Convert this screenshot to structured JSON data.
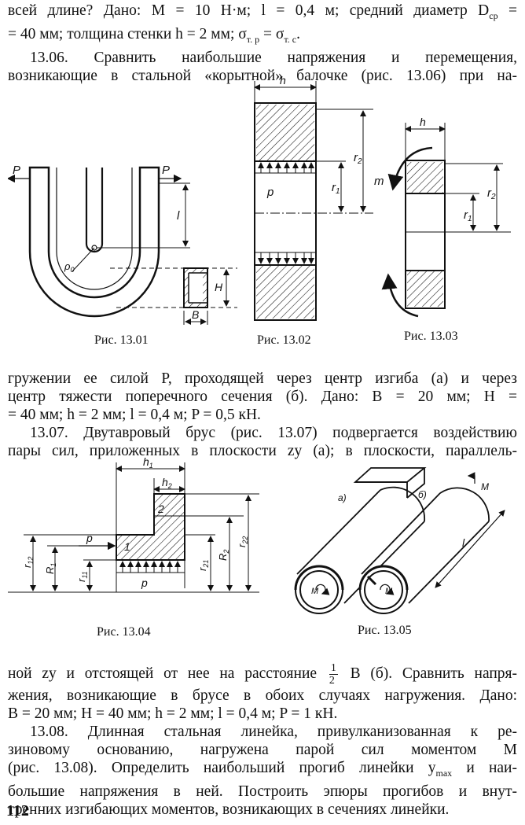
{
  "text": {
    "p1_l1": "всей длине? Дано: M = 10 Н·м; l = 0,4 м; средний диаметр D",
    "p1_l1_sub": "ср",
    "p1_l1_end": " =",
    "p1_l2_a": "= 40 мм; толщина стенки h = 2 мм; σ",
    "p1_l2_sub1": "т. р",
    "p1_l2_b": " = σ",
    "p1_l2_sub2": "т. с",
    "p1_l2_c": ".",
    "p2_l1": "13.06. Сравнить наибольшие напряжения и перемещения,",
    "p2_l2": "возникающие в стальной «корытной» балочке (рис. 13.06) при на-",
    "p3_l1": "гружении ее силой P, проходящей через центр изгиба (a) и через",
    "p3_l2": "центр тяжести поперечного сечения (б). Дано: B = 20 мм; H =",
    "p3_l3": "= 40 мм; h = 2 мм; l = 0,4 м; P = 0,5 кН.",
    "p4_l1": "13.07. Двутавровый брус (рис. 13.07) подвергается воздействию",
    "p4_l2": "пары сил, приложенных в плоскости zy (a); в плоскости, параллель-",
    "p5_l1_a": "ной zy и отстоящей от нее на расстояние ",
    "p5_l1_num": "1",
    "p5_l1_den": "2",
    "p5_l1_b": " B (б). Сравнить напря-",
    "p5_l2": "жения, возникающие в брусе в обоих случаях нагружения. Дано:",
    "p5_l3": "B = 20 мм; H = 40 мм; h = 2 мм; l = 0,4 м; P = 1 кН.",
    "p6_l1": "13.08. Длинная стальная линейка, привулканизованная к ре-",
    "p6_l2": "зиновому основанию, нагружена парой сил моментом M",
    "p6_l3_a": "(рис. 13.08). Определить наибольший прогиб линейки y",
    "p6_l3_sub": "max",
    "p6_l3_b": " и наи-",
    "p6_l4": "большие напряжения в ней. Построить эпюры прогибов и внут-",
    "p6_l5": "тренних изгибающих моментов, возникающих в сечениях линейки."
  },
  "captions": {
    "fig1301": "Рис. 13.01",
    "fig1302": "Рис. 13.02",
    "fig1303": "Рис. 13.03",
    "fig1304": "Рис. 13.04",
    "fig1305": "Рис. 13.05"
  },
  "labels": {
    "P": "P",
    "l": "l",
    "r0": "ρ",
    "r0_sub": "0",
    "H": "H",
    "B": "B",
    "h": "h",
    "p": "p",
    "r1": "r",
    "r1_sub": "1",
    "r2": "r",
    "r2_sub": "2",
    "m": "m",
    "h1": "h",
    "h1_sub": "1",
    "h2": "h",
    "h2_sub": "2",
    "one": "1",
    "two": "2",
    "r12_sub": "12",
    "R1_sub": "1",
    "r11_sub": "11",
    "r21_sub": "21",
    "R2_sub": "2",
    "r22_sub": "22",
    "R": "R",
    "a": "а)",
    "b": "б)",
    "M": "M"
  },
  "page_number": "112"
}
